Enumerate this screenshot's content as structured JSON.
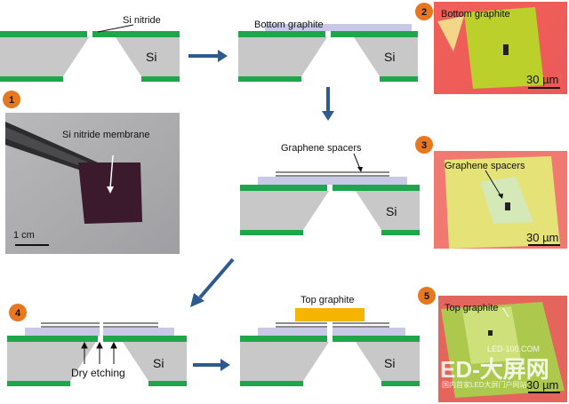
{
  "colors": {
    "silicon": "#c8c8c8",
    "nitride": "#1fa64a",
    "graphite": "#c8c9e6",
    "spacer": "#8c8c8c",
    "top_graphite": "#f5b400",
    "arrow": "#2e5b8f",
    "badge": "#e8781f"
  },
  "labels": {
    "si_nitride": "Si nitride",
    "si": "Si",
    "bottom_graphite": "Bottom graphite",
    "graphene_spacers": "Graphene spacers",
    "dry_etching": "Dry etching",
    "top_graphite": "Top graphite",
    "si_nitride_membrane": "Si nitride membrane",
    "scale_1cm": "1 cm"
  },
  "badges": [
    "1",
    "2",
    "3",
    "4",
    "5"
  ],
  "micrographs": [
    {
      "badge": "2",
      "label": "Bottom graphite",
      "scale": "30 µm"
    },
    {
      "badge": "3",
      "label": "Graphene spacers",
      "scale": "30 µm"
    },
    {
      "badge": "5",
      "label": "Top graphite",
      "scale": "30 µm"
    }
  ],
  "watermark": {
    "top": "LED-100.COM",
    "main": "ED-大屏网",
    "sub": "国内首家LED大屏门户网站"
  }
}
